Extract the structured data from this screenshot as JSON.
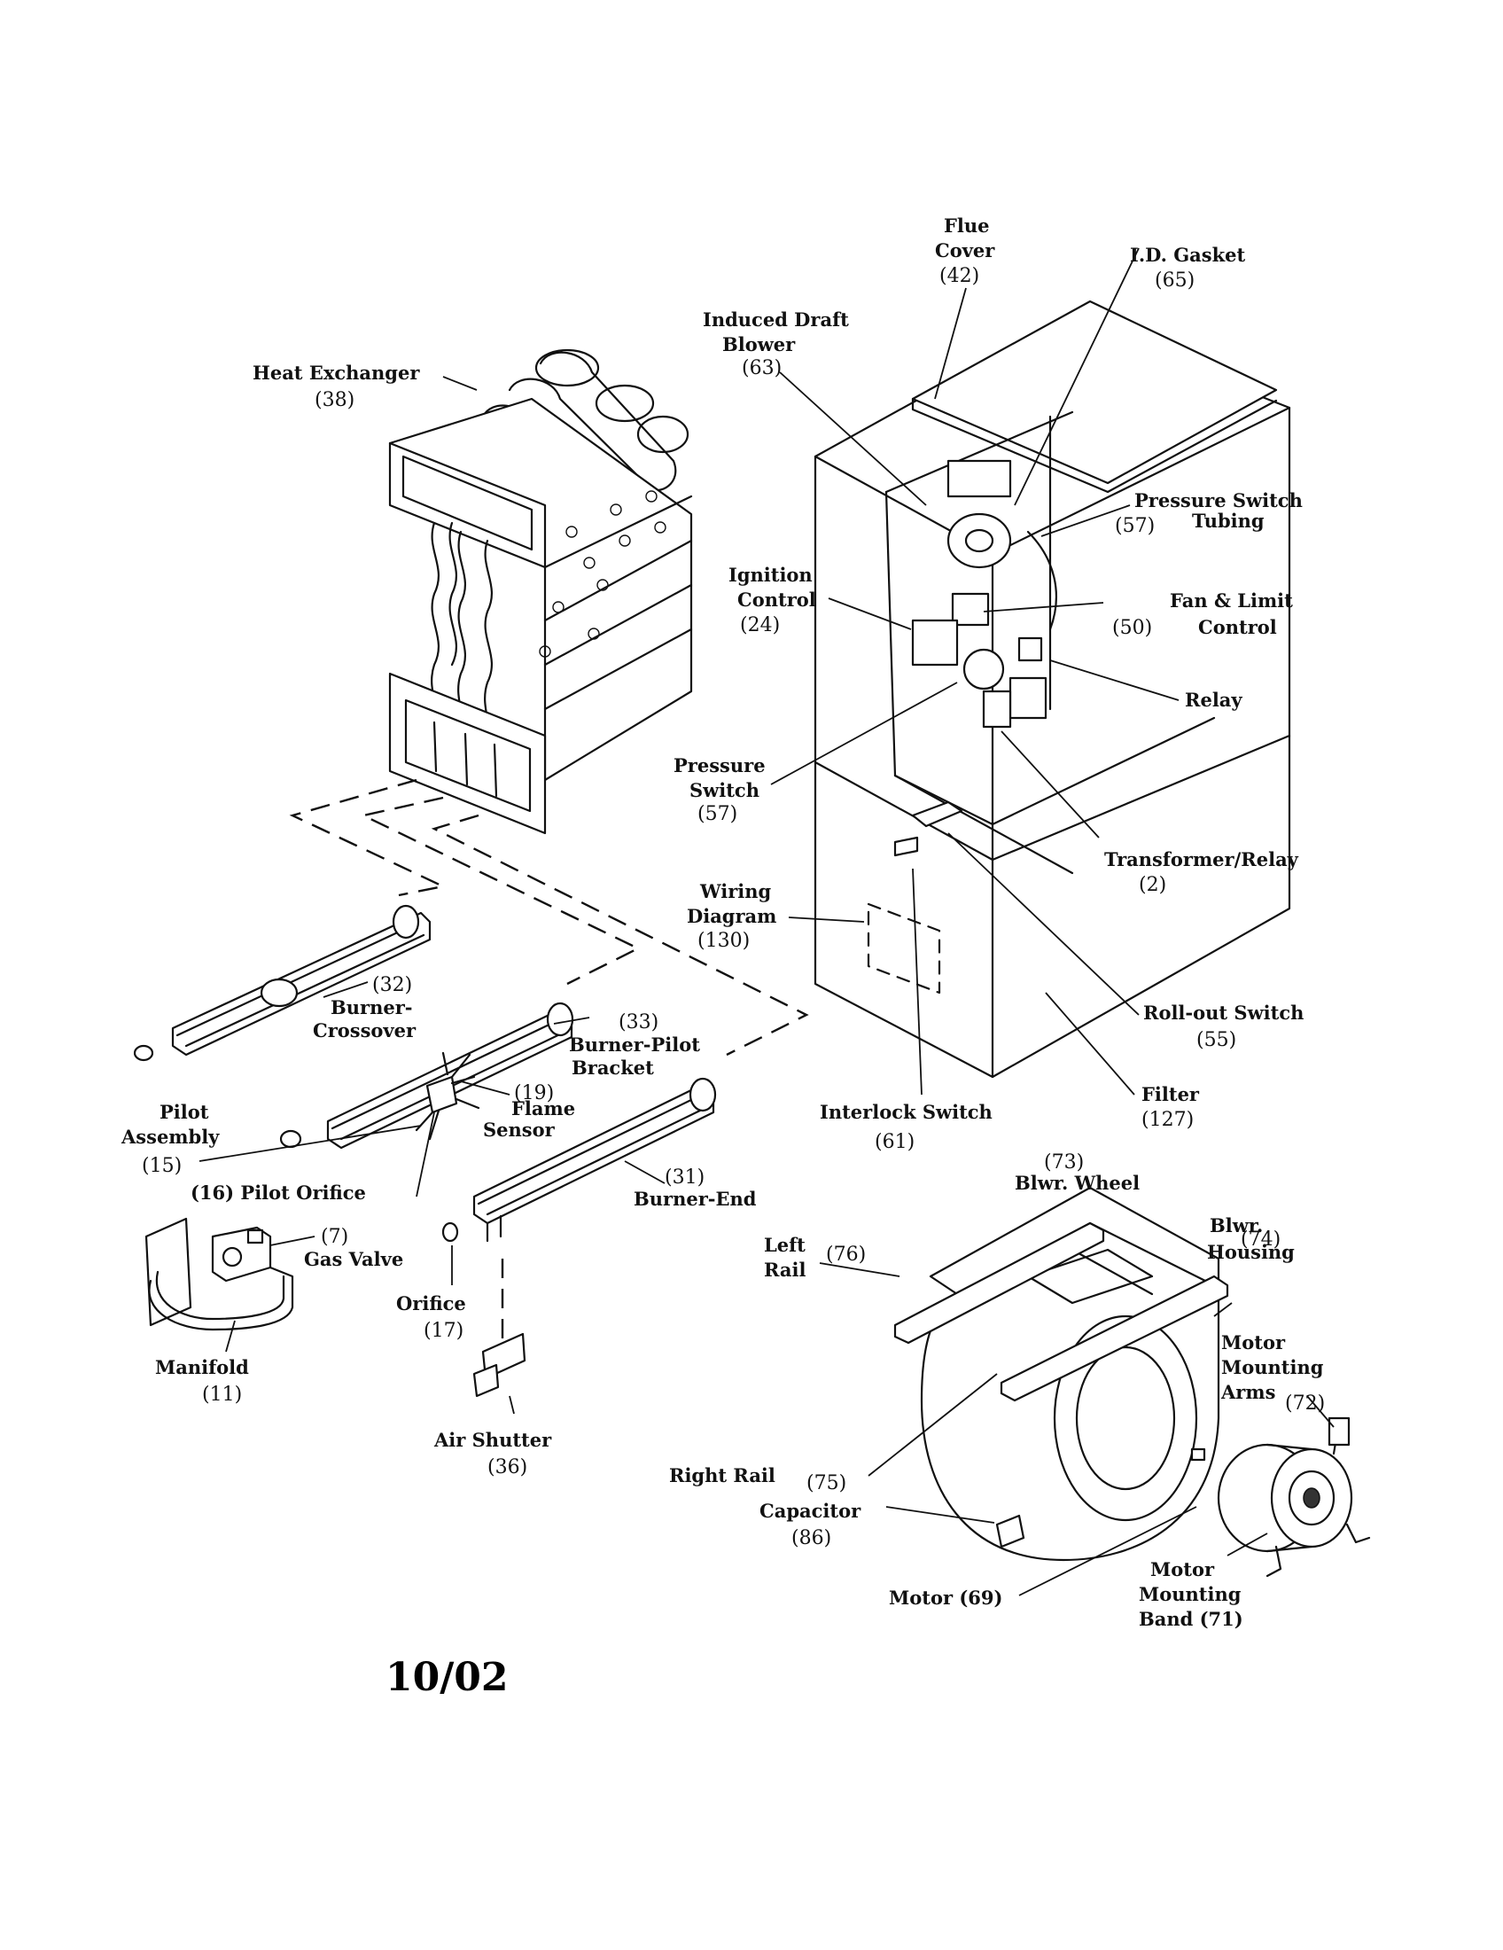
{
  "labels": {
    "flue_cover": [
      "Flue",
      "Cover",
      "(42)"
    ],
    "id_gasket": [
      "I.D. Gasket",
      "(65)"
    ],
    "induced_draft_blower": [
      "Induced Draft",
      "Blower",
      "(63)"
    ],
    "heat_exchanger": [
      "Heat Exchanger",
      "(38)"
    ],
    "pressure_switch_tubing": [
      "Pressure Switch",
      "(57)",
      "Tubing"
    ],
    "ignition_control": [
      "Ignition",
      "Control",
      "(24)"
    ],
    "fan_limit_control": [
      "Fan & Limit",
      "(50)",
      "Control"
    ],
    "relay": [
      "Relay"
    ],
    "pressure_switch": [
      "Pressure",
      "Switch",
      "(57)"
    ],
    "transformer_relay": [
      "Transformer/Relay",
      "(2)"
    ],
    "wiring_diagram": [
      "Wiring",
      "Diagram",
      "(130)"
    ],
    "burner_crossover": [
      "(32)",
      "Burner-",
      "Crossover"
    ],
    "burner_pilot_bracket": [
      "(33)",
      "Burner-Pilot",
      "Bracket"
    ],
    "rollout_switch": [
      "Roll-out Switch",
      "(55)"
    ],
    "flame_sensor": [
      "(19)",
      "Flame",
      "Sensor"
    ],
    "pilot_assembly": [
      "Pilot",
      "Assembly",
      "(15)"
    ],
    "filter": [
      "Filter",
      "(127)"
    ],
    "interlock_switch": [
      "Interlock Switch",
      "(61)"
    ],
    "pilot_orifice": [
      "(16) Pilot Orifice"
    ],
    "burner_end": [
      "(31)",
      "Burner-End"
    ],
    "blower_wheel": [
      "(73)",
      "Blwr. Wheel"
    ],
    "blower_housing": [
      "Blwr.",
      "(74)",
      "Housing"
    ],
    "gas_valve": [
      "(7)",
      "Gas Valve"
    ],
    "left_rail": [
      "Left",
      "(76)",
      "Rail"
    ],
    "orifice": [
      "Orifice",
      "(17)"
    ],
    "manifold": [
      "Manifold",
      "(11)"
    ],
    "motor_mounting_arms": [
      "Motor",
      "Mounting",
      "Arms",
      "(72)"
    ],
    "air_shutter": [
      "Air Shutter",
      "(36)"
    ],
    "right_rail": [
      "Right Rail",
      "(75)"
    ],
    "capacitor": [
      "Capacitor",
      "(86)"
    ],
    "motor": [
      "Motor (69)"
    ],
    "motor_mounting_band": [
      "Motor",
      "Mounting",
      "Band (71)"
    ]
  },
  "date_code": "10/02"
}
